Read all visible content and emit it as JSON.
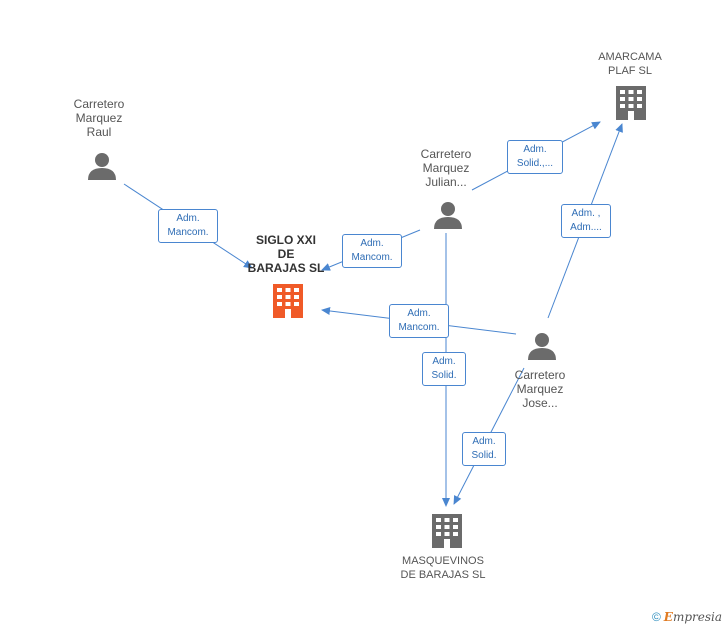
{
  "nodes": {
    "siglo": {
      "label": "SIGLO XXI\nDE\nBARAJAS SL",
      "type": "company-main"
    },
    "amarcama": {
      "label": "AMARCAMA\nPLAF  SL",
      "type": "company"
    },
    "masquevinos": {
      "label": "MASQUEVINOS\nDE BARAJAS  SL",
      "type": "company"
    },
    "raul": {
      "label": "Carretero\nMarquez\nRaul",
      "type": "person"
    },
    "julian": {
      "label": "Carretero\nMarquez\nJulian...",
      "type": "person"
    },
    "jose": {
      "label": "Carretero\nMarquez\nJose...",
      "type": "person"
    }
  },
  "edges": [
    {
      "id": "raul-siglo",
      "label": "Adm.\nMancom."
    },
    {
      "id": "julian-siglo",
      "label": "Adm.\nMancom."
    },
    {
      "id": "julian-amarcama",
      "label": "Adm.\nSolid.,..."
    },
    {
      "id": "julian-masquevinos",
      "label": "Adm.\nSolid."
    },
    {
      "id": "jose-siglo",
      "label": "Adm.\nMancom."
    },
    {
      "id": "jose-amarcama",
      "label": "Adm. ,\nAdm...."
    },
    {
      "id": "jose-masquevinos",
      "label": "Adm.\nSolid."
    }
  ],
  "colors": {
    "edge": "#4a86d0",
    "company_main": "#f05a28",
    "company": "#6b6b6b",
    "person": "#6b6b6b"
  },
  "footer": {
    "copyright": "©",
    "brand_initial": "E",
    "brand_rest": "mpresia"
  }
}
